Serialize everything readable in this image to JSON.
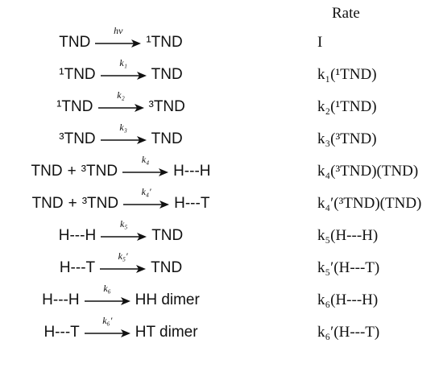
{
  "header": {
    "rate_title": "Rate"
  },
  "rows": [
    {
      "left": [
        "TND"
      ],
      "arrow": "hν",
      "right": "¹TND",
      "rate": "I"
    },
    {
      "left": [
        "¹TND"
      ],
      "arrow": "k₁",
      "right": "TND",
      "rate": "k₁(¹TND)"
    },
    {
      "left": [
        "¹TND"
      ],
      "arrow": "k₂",
      "right": "³TND",
      "rate": "k₂(¹TND)"
    },
    {
      "left": [
        "³TND"
      ],
      "arrow": "k₃",
      "right": "TND",
      "rate": "k₃(³TND)"
    },
    {
      "left": [
        "TND",
        "+",
        "³TND"
      ],
      "arrow": "k₄",
      "right": "H---H",
      "rate": "k₄(³TND)(TND)"
    },
    {
      "left": [
        "TND",
        "+",
        "³TND"
      ],
      "arrow": "k₄′",
      "right": "H---T",
      "rate": "k₄′(³TND)(TND)"
    },
    {
      "left": [
        "H---H"
      ],
      "arrow": "k₅",
      "right": "TND",
      "rate": "k₅(H---H)"
    },
    {
      "left": [
        "H---T"
      ],
      "arrow": "k₅′",
      "right": "TND",
      "rate": "k₅′(H---T)"
    },
    {
      "left": [
        "H---H"
      ],
      "arrow": "k₆",
      "right": "HH dimer",
      "rate": "k₆(H---H)"
    },
    {
      "left": [
        "H---T"
      ],
      "arrow": "k₆′",
      "right": "HT dimer",
      "rate": "k₆′(H---T)"
    }
  ]
}
